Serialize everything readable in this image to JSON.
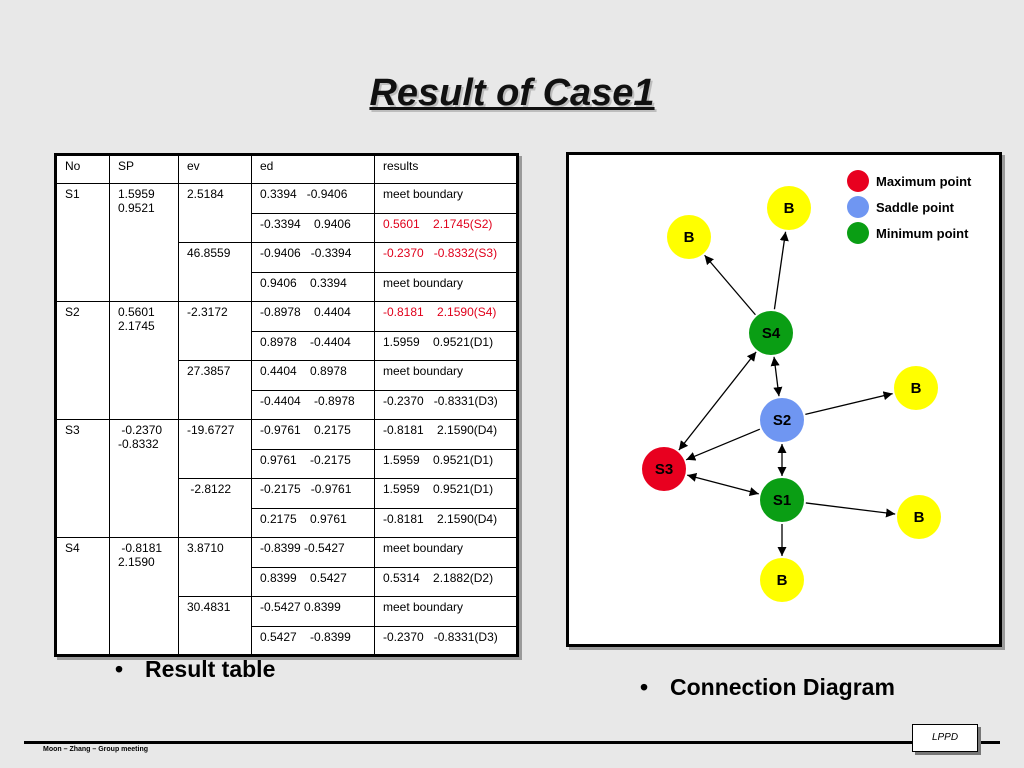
{
  "title": "Result of Case1",
  "table": {
    "headers": [
      "No",
      "SP",
      "ev",
      "ed",
      "results"
    ],
    "rows": [
      {
        "no": "S1",
        "sp": "1.5959 0.9521",
        "ev": "2.5184",
        "ed": "0.3394   -0.9406",
        "result": "meet boundary",
        "red": false
      },
      {
        "no": "",
        "sp": "",
        "ev": "",
        "ed": "-0.3394    0.9406",
        "result": "0.5601    2.1745(S2)",
        "red": true
      },
      {
        "no": "",
        "sp": "",
        "ev": "46.8559",
        "ed": "-0.9406   -0.3394",
        "result": "-0.2370   -0.8332(S3)",
        "red": true
      },
      {
        "no": "",
        "sp": "",
        "ev": "",
        "ed": "0.9406    0.3394",
        "result": "meet boundary",
        "red": false
      },
      {
        "no": "S2",
        "sp": "0.5601 2.1745",
        "ev": "-2.3172",
        "ed": "-0.8978    0.4404",
        "result": "-0.8181    2.1590(S4)",
        "red": true
      },
      {
        "no": "",
        "sp": "",
        "ev": "",
        "ed": "0.8978    -0.4404",
        "result": "1.5959    0.9521(D1)",
        "red": false
      },
      {
        "no": "",
        "sp": "",
        "ev": "27.3857",
        "ed": "0.4404    0.8978",
        "result": "meet boundary",
        "red": false
      },
      {
        "no": "",
        "sp": "",
        "ev": "",
        "ed": "-0.4404    -0.8978",
        "result": "-0.2370   -0.8331(D3)",
        "red": false
      },
      {
        "no": "S3",
        "sp": " -0.2370 -0.8332",
        "ev": "-19.6727",
        "ed": "-0.9761    0.2175",
        "result": "-0.8181    2.1590(D4)",
        "red": false
      },
      {
        "no": "",
        "sp": "",
        "ev": "",
        "ed": "0.9761    -0.2175",
        "result": "1.5959    0.9521(D1)",
        "red": false
      },
      {
        "no": "",
        "sp": "",
        "ev": " -2.8122",
        "ed": "-0.2175   -0.9761",
        "result": "1.5959    0.9521(D1)",
        "red": false
      },
      {
        "no": "",
        "sp": "",
        "ev": "",
        "ed": "0.2175    0.9761",
        "result": "-0.8181    2.1590(D4)",
        "red": false
      },
      {
        "no": "S4",
        "sp": " -0.8181 2.1590",
        "ev": "3.8710",
        "ed": "-0.8399 -0.5427",
        "result": "meet boundary",
        "red": false
      },
      {
        "no": "",
        "sp": "",
        "ev": "",
        "ed": "0.8399    0.5427",
        "result": "0.5314    2.1882(D2)",
        "red": false
      },
      {
        "no": "",
        "sp": "",
        "ev": "30.4831",
        "ed": "-0.5427 0.8399",
        "result": "meet boundary",
        "red": false
      },
      {
        "no": "",
        "sp": "",
        "ev": "",
        "ed": "0.5427    -0.8399",
        "result": "-0.2370   -0.8331(D3)",
        "red": false
      }
    ]
  },
  "diagram": {
    "legend": [
      {
        "label": "Maximum point",
        "color": "#e8001f"
      },
      {
        "label": "Saddle point",
        "color": "#6f96f2"
      },
      {
        "label": "Minimum point",
        "color": "#0a9e14"
      }
    ],
    "nodes": [
      {
        "id": "B1",
        "label": "B",
        "kind": "boundary"
      },
      {
        "id": "B2",
        "label": "B",
        "kind": "boundary"
      },
      {
        "id": "B3",
        "label": "B",
        "kind": "boundary"
      },
      {
        "id": "B4",
        "label": "B",
        "kind": "boundary"
      },
      {
        "id": "B5",
        "label": "B",
        "kind": "boundary"
      },
      {
        "id": "S4",
        "label": "S4",
        "kind": "minimum"
      },
      {
        "id": "S2",
        "label": "S2",
        "kind": "saddle"
      },
      {
        "id": "S3",
        "label": "S3",
        "kind": "maximum"
      },
      {
        "id": "S1",
        "label": "S1",
        "kind": "minimum"
      }
    ],
    "edges": [
      {
        "from": "S4",
        "to": "B1",
        "arrows": "end"
      },
      {
        "from": "S4",
        "to": "B2",
        "arrows": "end"
      },
      {
        "from": "S4",
        "to": "S2",
        "arrows": "both"
      },
      {
        "from": "S4",
        "to": "S3",
        "arrows": "both"
      },
      {
        "from": "S2",
        "to": "B3",
        "arrows": "end"
      },
      {
        "from": "S2",
        "to": "S3",
        "arrows": "end"
      },
      {
        "from": "S2",
        "to": "S1",
        "arrows": "both"
      },
      {
        "from": "S1",
        "to": "S3",
        "arrows": "both"
      },
      {
        "from": "S1",
        "to": "B4",
        "arrows": "end"
      },
      {
        "from": "S1",
        "to": "B5",
        "arrows": "end"
      }
    ],
    "colors": {
      "boundary": "#ffff00",
      "text": "#000000"
    }
  },
  "bullets": {
    "left": "Result table",
    "right": "Connection Diagram",
    "dot": "•"
  },
  "footer": {
    "text": "Moon – Zhang – Group meeting",
    "logo": "LPPD"
  }
}
